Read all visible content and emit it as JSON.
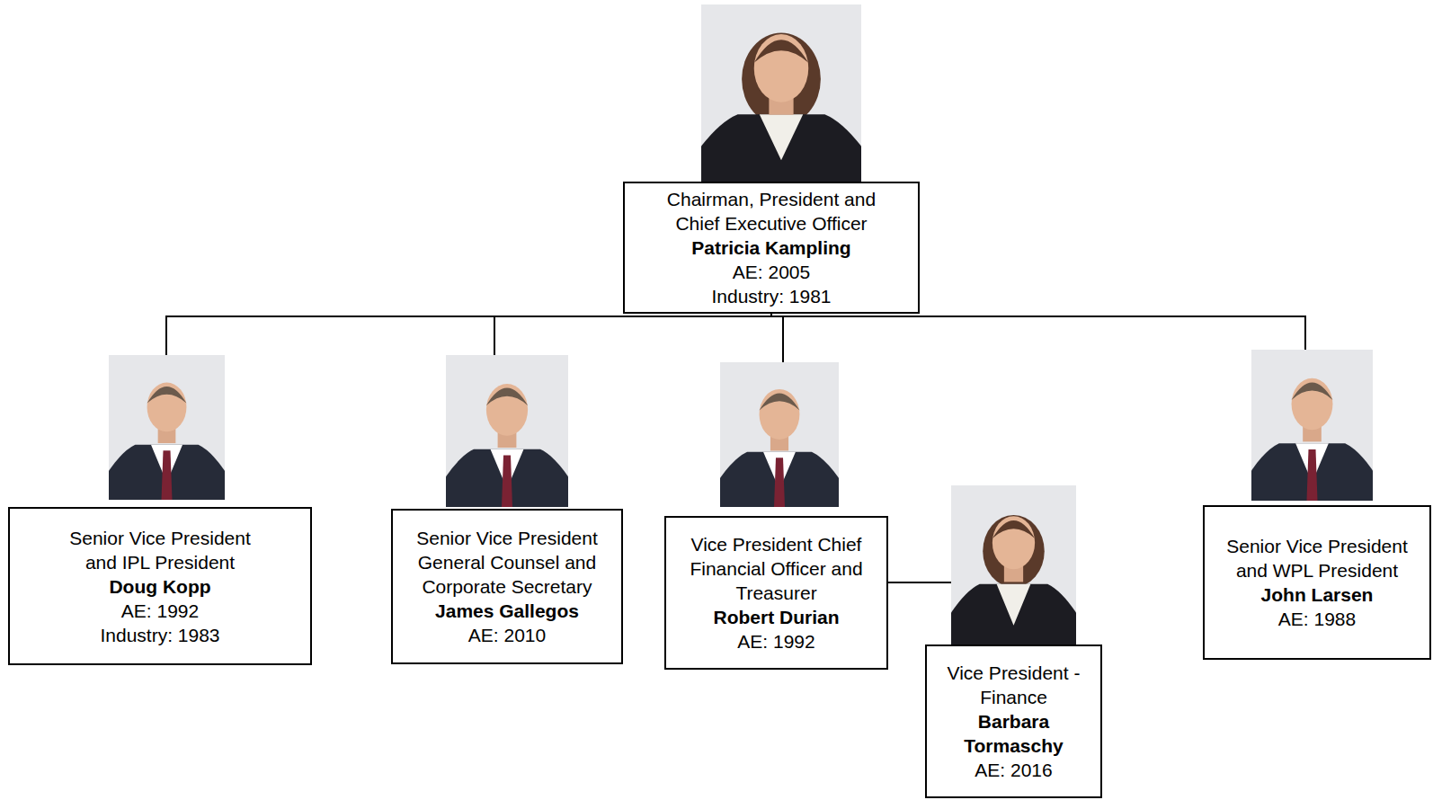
{
  "diagram": {
    "nodes": [
      {
        "text": [
          "Chairman, President and Chief Executive Officer",
          "Patricia Kampling",
          "AE: 2005",
          "Industry: 1981"
        ]
      },
      {
        "text": [
          "Senior Vice President and IPL President",
          "Doug Kopp",
          "AE: 1992",
          "Industry: 1983"
        ]
      },
      {
        "text": [
          "Senior Vice President General Counsel and Corporate Secretary",
          "James Gallegos",
          "AE: 2010"
        ]
      },
      {
        "text": [
          "Vice President Chief Financial Officer and Treasurer",
          "Robert Durian",
          "AE: 1992"
        ]
      },
      {
        "text": [
          "Vice President - Finance",
          "Barbara Tormaschy",
          "AE: 2016"
        ]
      },
      {
        "text": [
          "Senior Vice President and WPL President",
          "John Larsen",
          "AE: 1988"
        ]
      }
    ],
    "edges": [
      {
        "from": 0,
        "to": 1,
        "arrow": "none"
      },
      {
        "from": 0,
        "to": 2,
        "arrow": "none"
      },
      {
        "from": 0,
        "to": 3,
        "arrow": "none"
      },
      {
        "from": 0,
        "to": 5,
        "arrow": "none"
      },
      {
        "from": 3,
        "to": 4,
        "arrow": "none"
      }
    ]
  }
}
